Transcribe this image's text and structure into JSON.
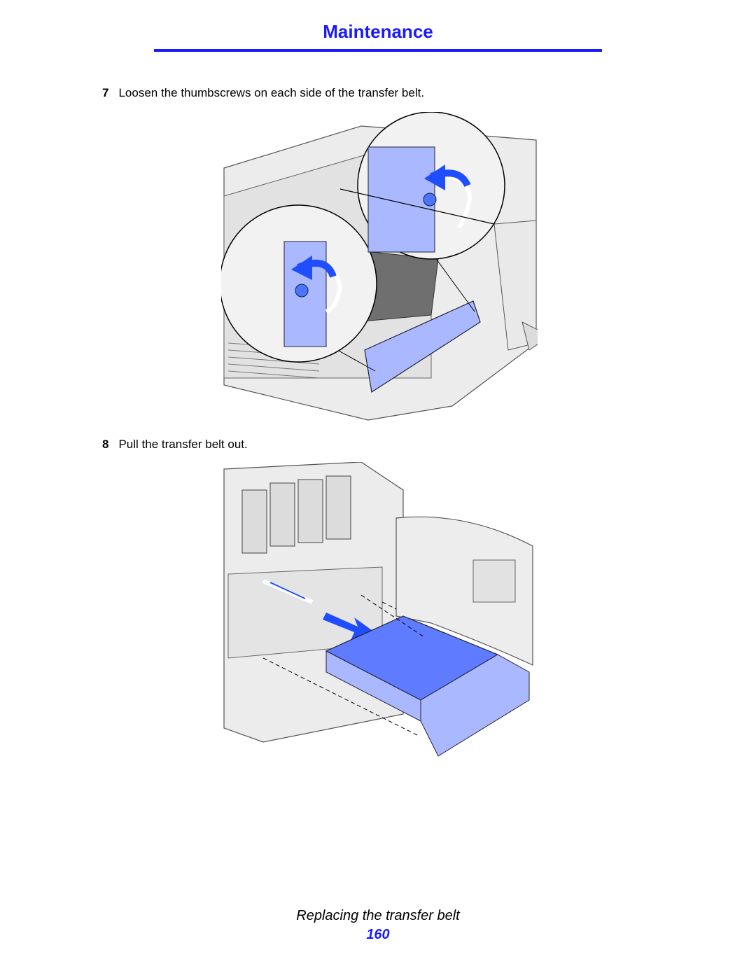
{
  "header": {
    "title": "Maintenance"
  },
  "steps": [
    {
      "number": "7",
      "text": "Loosen the thumbscrews on each side of the transfer belt."
    },
    {
      "number": "8",
      "text": "Pull the transfer belt out."
    }
  ],
  "footer": {
    "section": "Replacing the transfer belt",
    "page_number": "160"
  },
  "colors": {
    "accent": "#1a1aff",
    "part_fill": "#a9b8ff",
    "arrow": "#1f4dff"
  }
}
